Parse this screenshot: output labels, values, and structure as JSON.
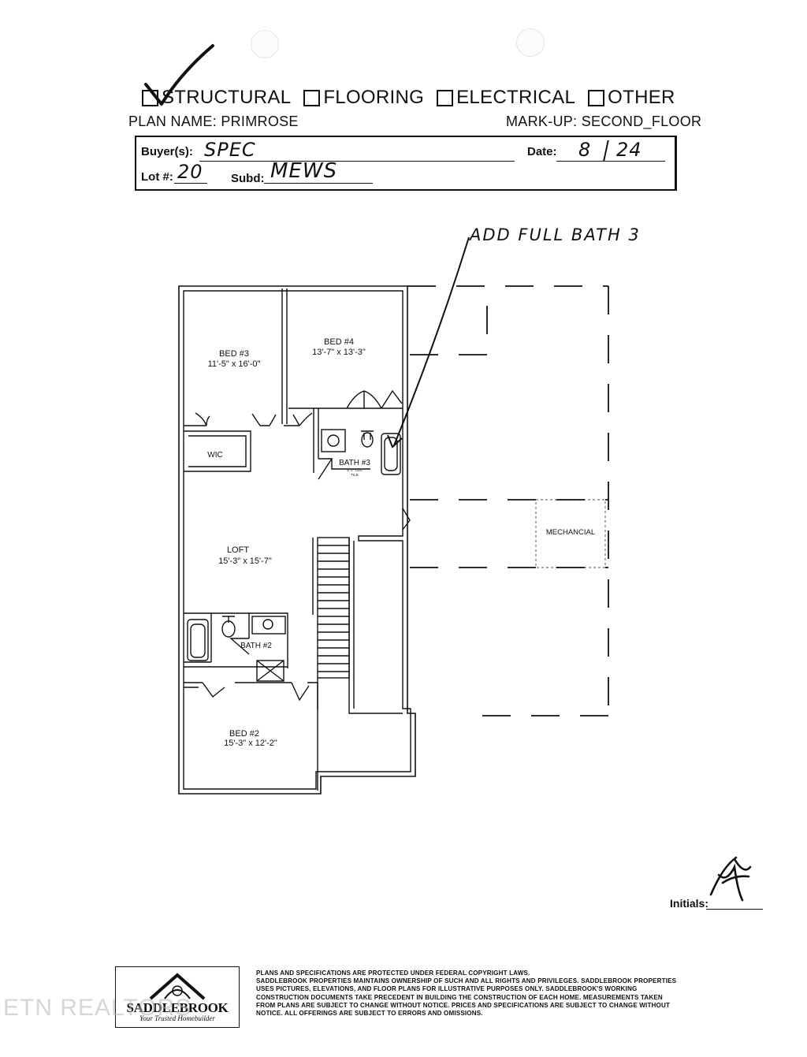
{
  "header": {
    "categories": [
      {
        "label": "STRUCTURAL",
        "checked": true
      },
      {
        "label": "FLOORING",
        "checked": false
      },
      {
        "label": "ELECTRICAL",
        "checked": false
      },
      {
        "label": "OTHER",
        "checked": false
      }
    ],
    "plan_name": "PLAN NAME: PRIMROSE",
    "markup": "MARK-UP: SECOND_FLOOR"
  },
  "form": {
    "buyer_label": "Buyer(s):",
    "buyer_value": "SPEC",
    "date_label": "Date:",
    "date_month": "8",
    "date_day": "24",
    "lot_label": "Lot #:",
    "lot_value": "20",
    "subd_label": "Subd:",
    "subd_value": "MEWS"
  },
  "annotation": {
    "note": "ADD FULL BATH 3"
  },
  "rooms": {
    "bed3_name": "BED #3",
    "bed3_size": "11'-5\" x 16'-0\"",
    "bed4_name": "BED #4",
    "bed4_size": "13'-7\" x 13'-3\"",
    "wic": "WIC",
    "bath3_name": "BATH #3",
    "bath3_sub": "5'-1\" CLG",
    "bath3_sub2": "TILE",
    "mechanical": "MECHANCIAL",
    "loft_name": "LOFT",
    "loft_size": "15'-3\" x 15'-7\"",
    "bath2_name": "BATH #2",
    "bed2_name": "BED #2",
    "bed2_size": "15'-3\" x 12'-2\""
  },
  "initials_label": "Initials:",
  "footer": {
    "logo_name": "SADDLEBROOK",
    "logo_tagline": "Your Trusted Homebuilder",
    "watermark": "ETN REALTORS",
    "disclaimer": [
      "PLANS AND SPECIFICATIONS ARE PROTECTED UNDER FEDERAL COPYRIGHT LAWS.",
      "SADDLEBROOK PROPERTIES MAINTAINS OWNERSHIP OF SUCH AND ALL RIGHTS AND PRIVILEGES. SADDLEBROOK PROPERTIES",
      "USES PICTURES, ELEVATIONS, AND FLOOR PLANS FOR ILLUSTRATIVE PURPOSES ONLY.  SADDLEBROOK'S WORKING",
      "CONSTRUCTION DOCUMENTS TAKE PRECEDENT IN BUILDING THE CONSTRUCTION OF EACH HOME.  MEASUREMENTS TAKEN",
      "FROM PLANS ARE SUBJECT TO CHANGE WITHOUT NOTICE.  PRICES AND SPECIFICATIONS ARE SUBJECT TO CHANGE WITHOUT",
      "NOTICE.  ALL OFFERINGS ARE SUBJECT TO ERRORS AND OMISSIONS."
    ]
  }
}
